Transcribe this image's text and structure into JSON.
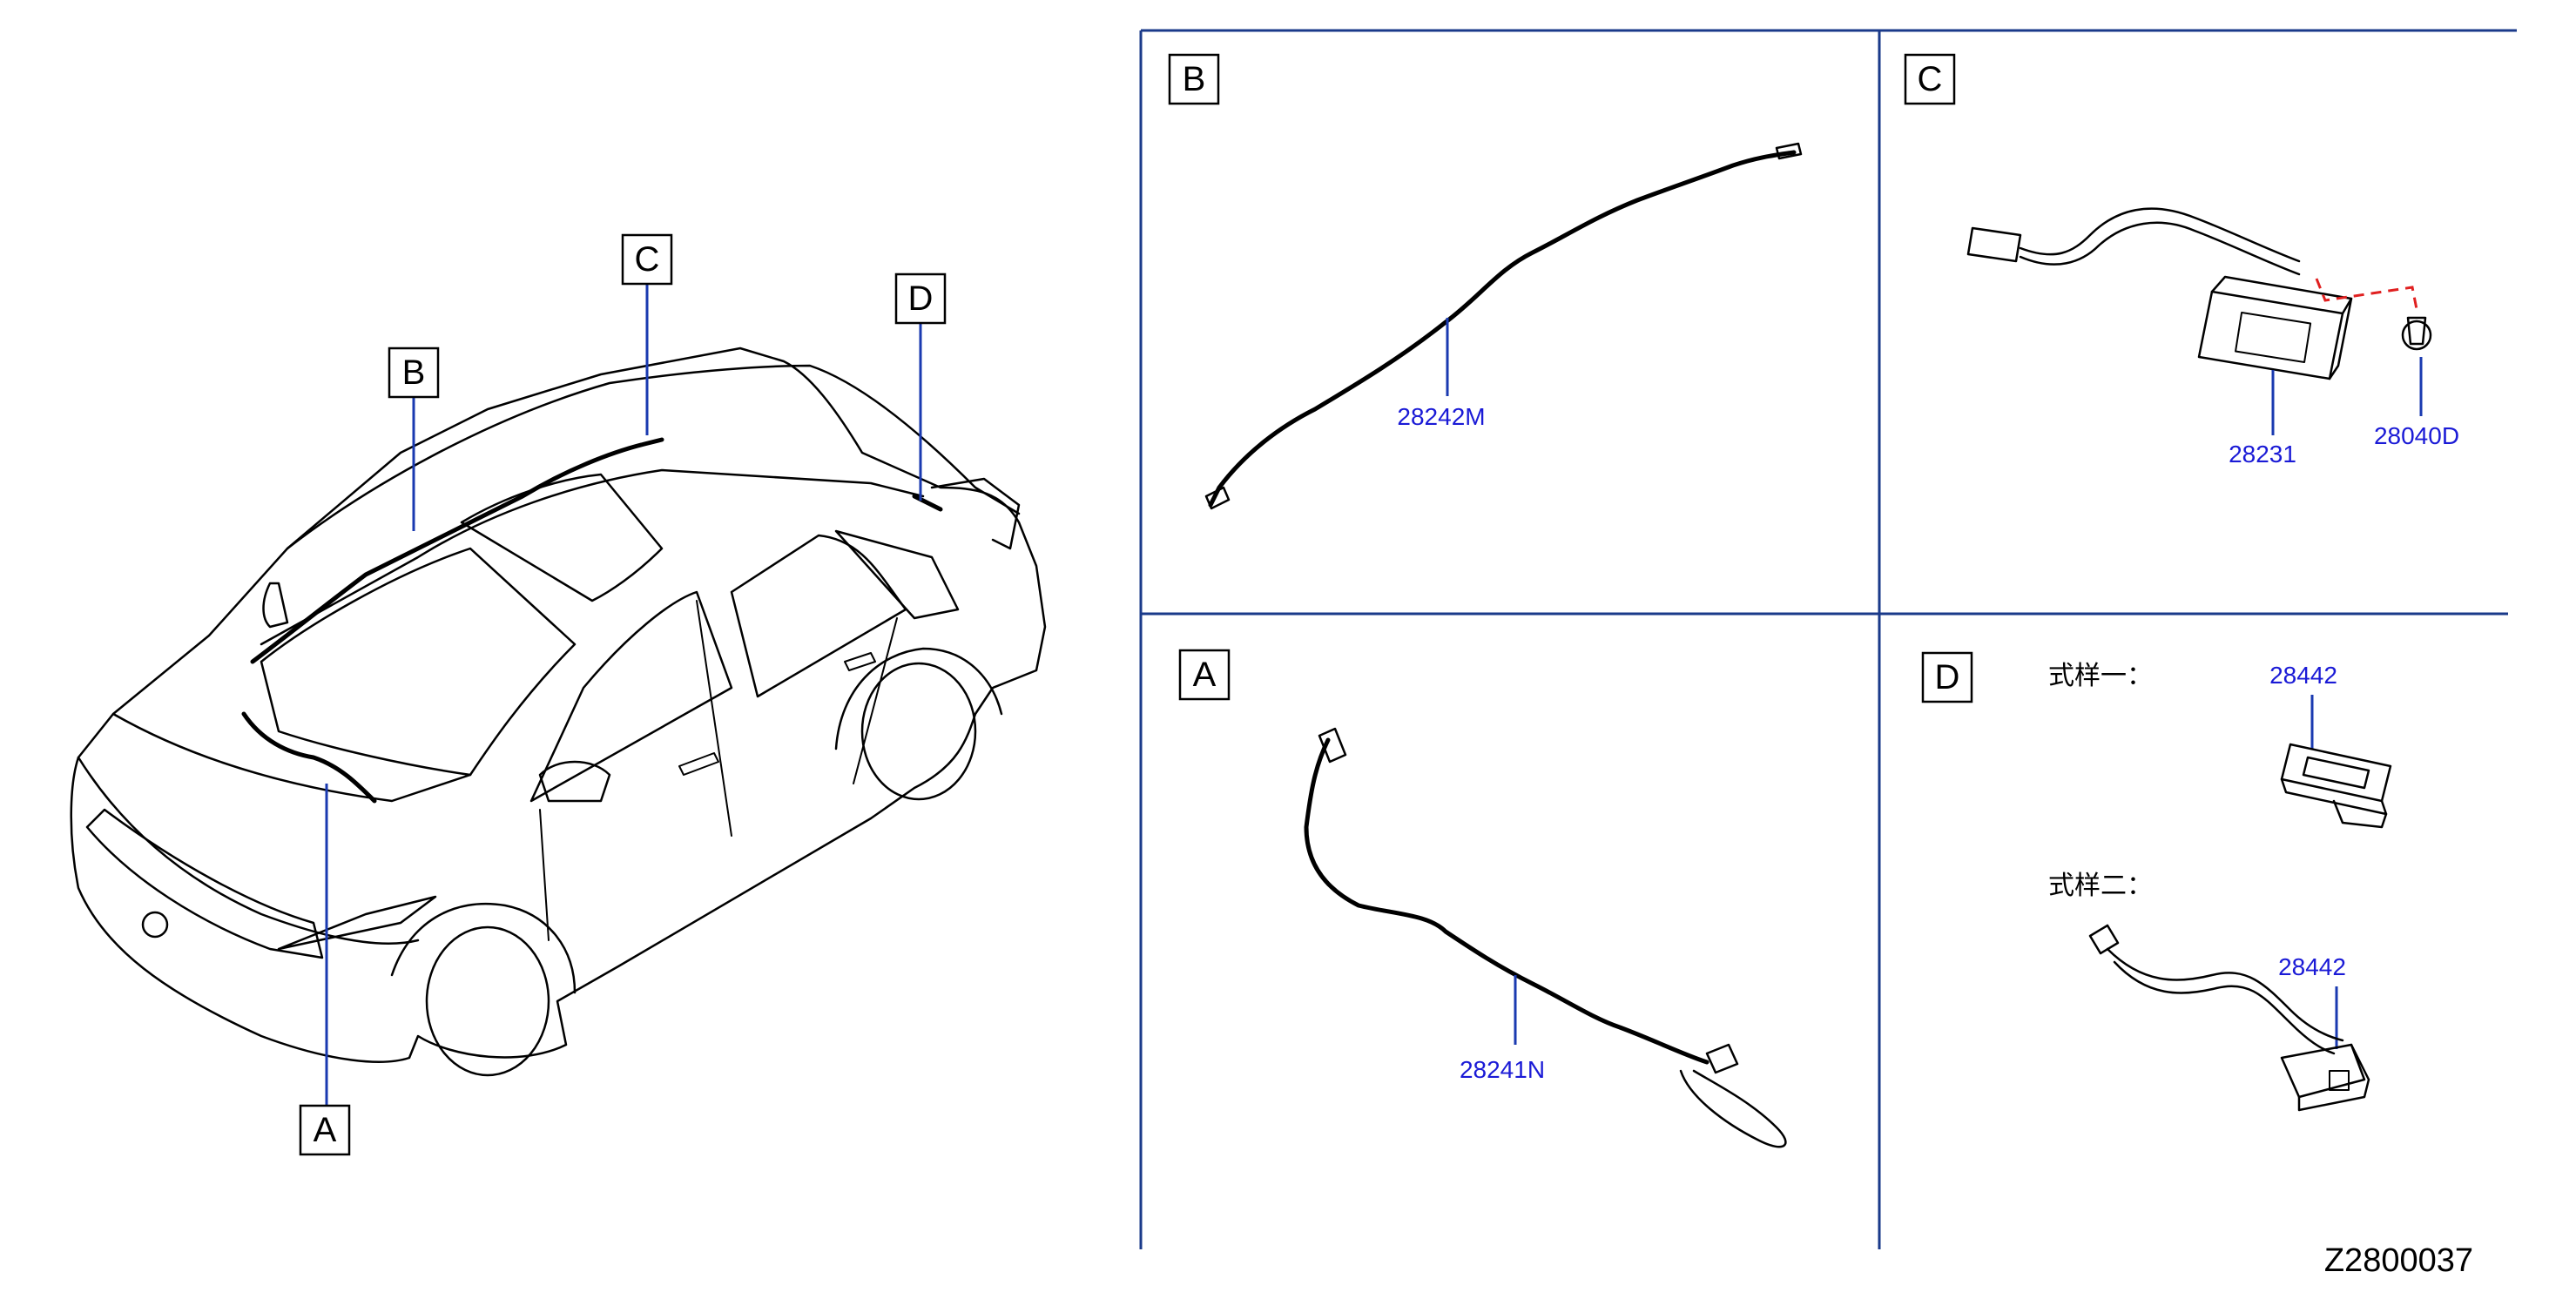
{
  "callouts": {
    "A": "A",
    "B": "B",
    "C": "C",
    "D": "D"
  },
  "panels": {
    "B": {
      "letter": "B",
      "parts": [
        "28242M"
      ]
    },
    "C": {
      "letter": "C",
      "parts": [
        "28231",
        "28040D"
      ]
    },
    "A": {
      "letter": "A",
      "parts": [
        "28241N"
      ]
    },
    "D": {
      "letter": "D",
      "style1_label": "式样一：",
      "style2_label": "式样二：",
      "parts": [
        "28442",
        "28442"
      ]
    }
  },
  "diagram_code": "Z2800037",
  "colors": {
    "leader": "#1a3ab0",
    "frame": "#1a3a8a",
    "part_label": "#1a1ad6",
    "dashed_connector": "#e02020"
  }
}
